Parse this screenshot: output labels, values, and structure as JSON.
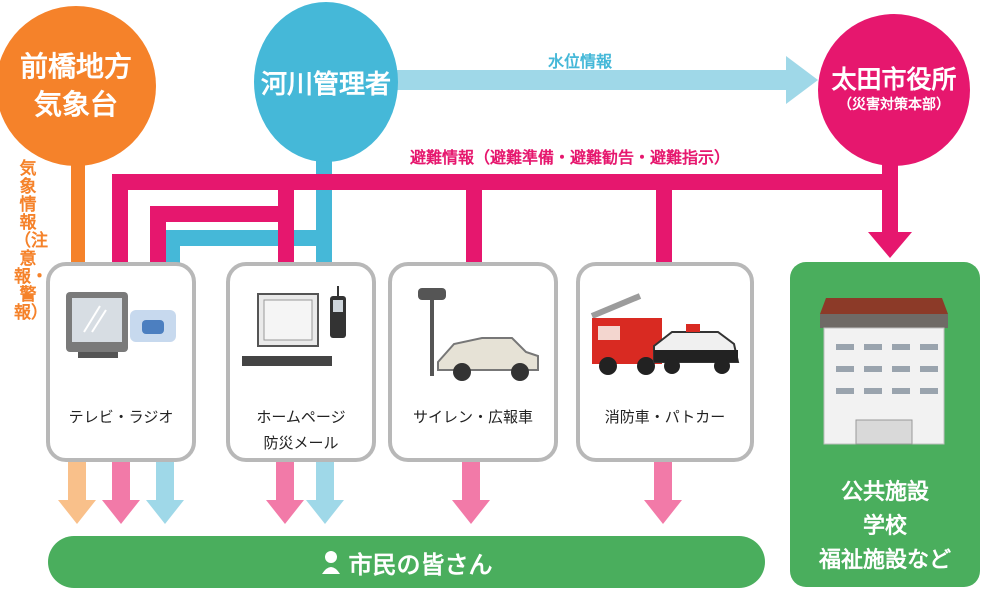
{
  "nodes": {
    "jma": {
      "line1": "前橋地方",
      "line2": "気象台"
    },
    "river": {
      "label": "河川管理者"
    },
    "ota": {
      "main": "太田市役所",
      "sub": "（災害対策本部）"
    }
  },
  "flows": {
    "water_level": "水位情報",
    "evacuation": "避難情報（避難準備・避難勧告・避難指示）",
    "weather": "気象情報（注意報・警報）"
  },
  "devices": {
    "tv": "テレビ・ラジオ",
    "web_line1": "ホームページ",
    "web_line2": "防災メール",
    "siren": "サイレン・広報車",
    "fire": "消防車・パトカー"
  },
  "facility": {
    "line1": "公共施設",
    "line2": "学校",
    "line3": "福祉施設など"
  },
  "citizens": {
    "label": "市民の皆さん"
  },
  "colors": {
    "orange": "#f5822a",
    "blue": "#45b8d8",
    "pink": "#e6176e",
    "green": "#4aae5d",
    "light_blue": "#9fd8e8",
    "light_pink": "#f27aa8",
    "light_orange": "#f9c08a"
  }
}
